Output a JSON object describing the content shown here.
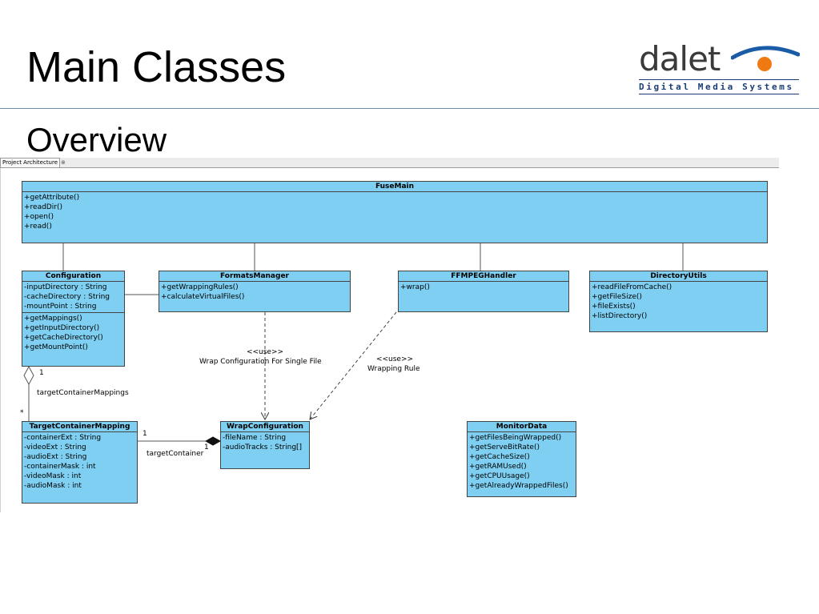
{
  "slide": {
    "title": "Main Classes",
    "subtitle": "Overview"
  },
  "logo": {
    "word": "dalet",
    "tagline": "Digital Media Systems",
    "colors": {
      "text": "#3a3a3a",
      "arc": "#1a5da6",
      "dot": "#f07a12",
      "tagline": "#1a3e73"
    }
  },
  "diagram": {
    "tab_label": "Project Architecture",
    "tab_close_icon": "close-icon",
    "box_color": "#7ecff1",
    "classes": {
      "fusemain": {
        "name": "FuseMain",
        "attributes": [],
        "operations": [
          "+getAttribute()",
          "+readDir()",
          "+open()",
          "+read()"
        ]
      },
      "configuration": {
        "name": "Configuration",
        "attributes": [
          "-inputDirectory : String",
          "-cacheDirectory : String",
          "-mountPoint : String"
        ],
        "operations": [
          "+getMappings()",
          "+getInputDirectory()",
          "+getCacheDirectory()",
          "+getMountPoint()"
        ]
      },
      "formatsmanager": {
        "name": "FormatsManager",
        "attributes": [],
        "operations": [
          "+getWrappingRules()",
          "+calculateVirtualFiles()"
        ]
      },
      "ffmpeghandler": {
        "name": "FFMPEGHandler",
        "attributes": [],
        "operations": [
          "+wrap()"
        ]
      },
      "directoryutils": {
        "name": "DirectoryUtils",
        "attributes": [],
        "operations": [
          "+readFileFromCache()",
          "+getFileSize()",
          "+fileExists()",
          "+listDirectory()"
        ]
      },
      "targetcontainermapping": {
        "name": "TargetContainerMapping",
        "attributes": [
          "-containerExt : String",
          "-videoExt : String",
          "-audioExt : String",
          "-containerMask : int",
          "-videoMask : int",
          "-audioMask : int"
        ],
        "operations": []
      },
      "wrapconfiguration": {
        "name": "WrapConfiguration",
        "attributes": [
          "-fileName : String",
          "-audioTracks : String[]"
        ],
        "operations": []
      },
      "monitordata": {
        "name": "MonitorData",
        "attributes": [],
        "operations": [
          "+getFilesBeingWrapped()",
          "+getServeBitRate()",
          "+getCacheSize()",
          "+getRAMUsed()",
          "+getCPUUsage()",
          "+getAlreadyWrappedFiles()"
        ]
      }
    },
    "labels": {
      "use1_stereotype": "<<use>>",
      "use1_text": "Wrap Configuration For Single File",
      "use2_stereotype": "<<use>>",
      "use2_text": "Wrapping Rule",
      "mult_config": "1",
      "role_mappings": "targetContainerMappings",
      "mult_star": "*",
      "mult_tcm": "1",
      "role_container": "targetContainer",
      "mult_wrap": "1"
    }
  }
}
